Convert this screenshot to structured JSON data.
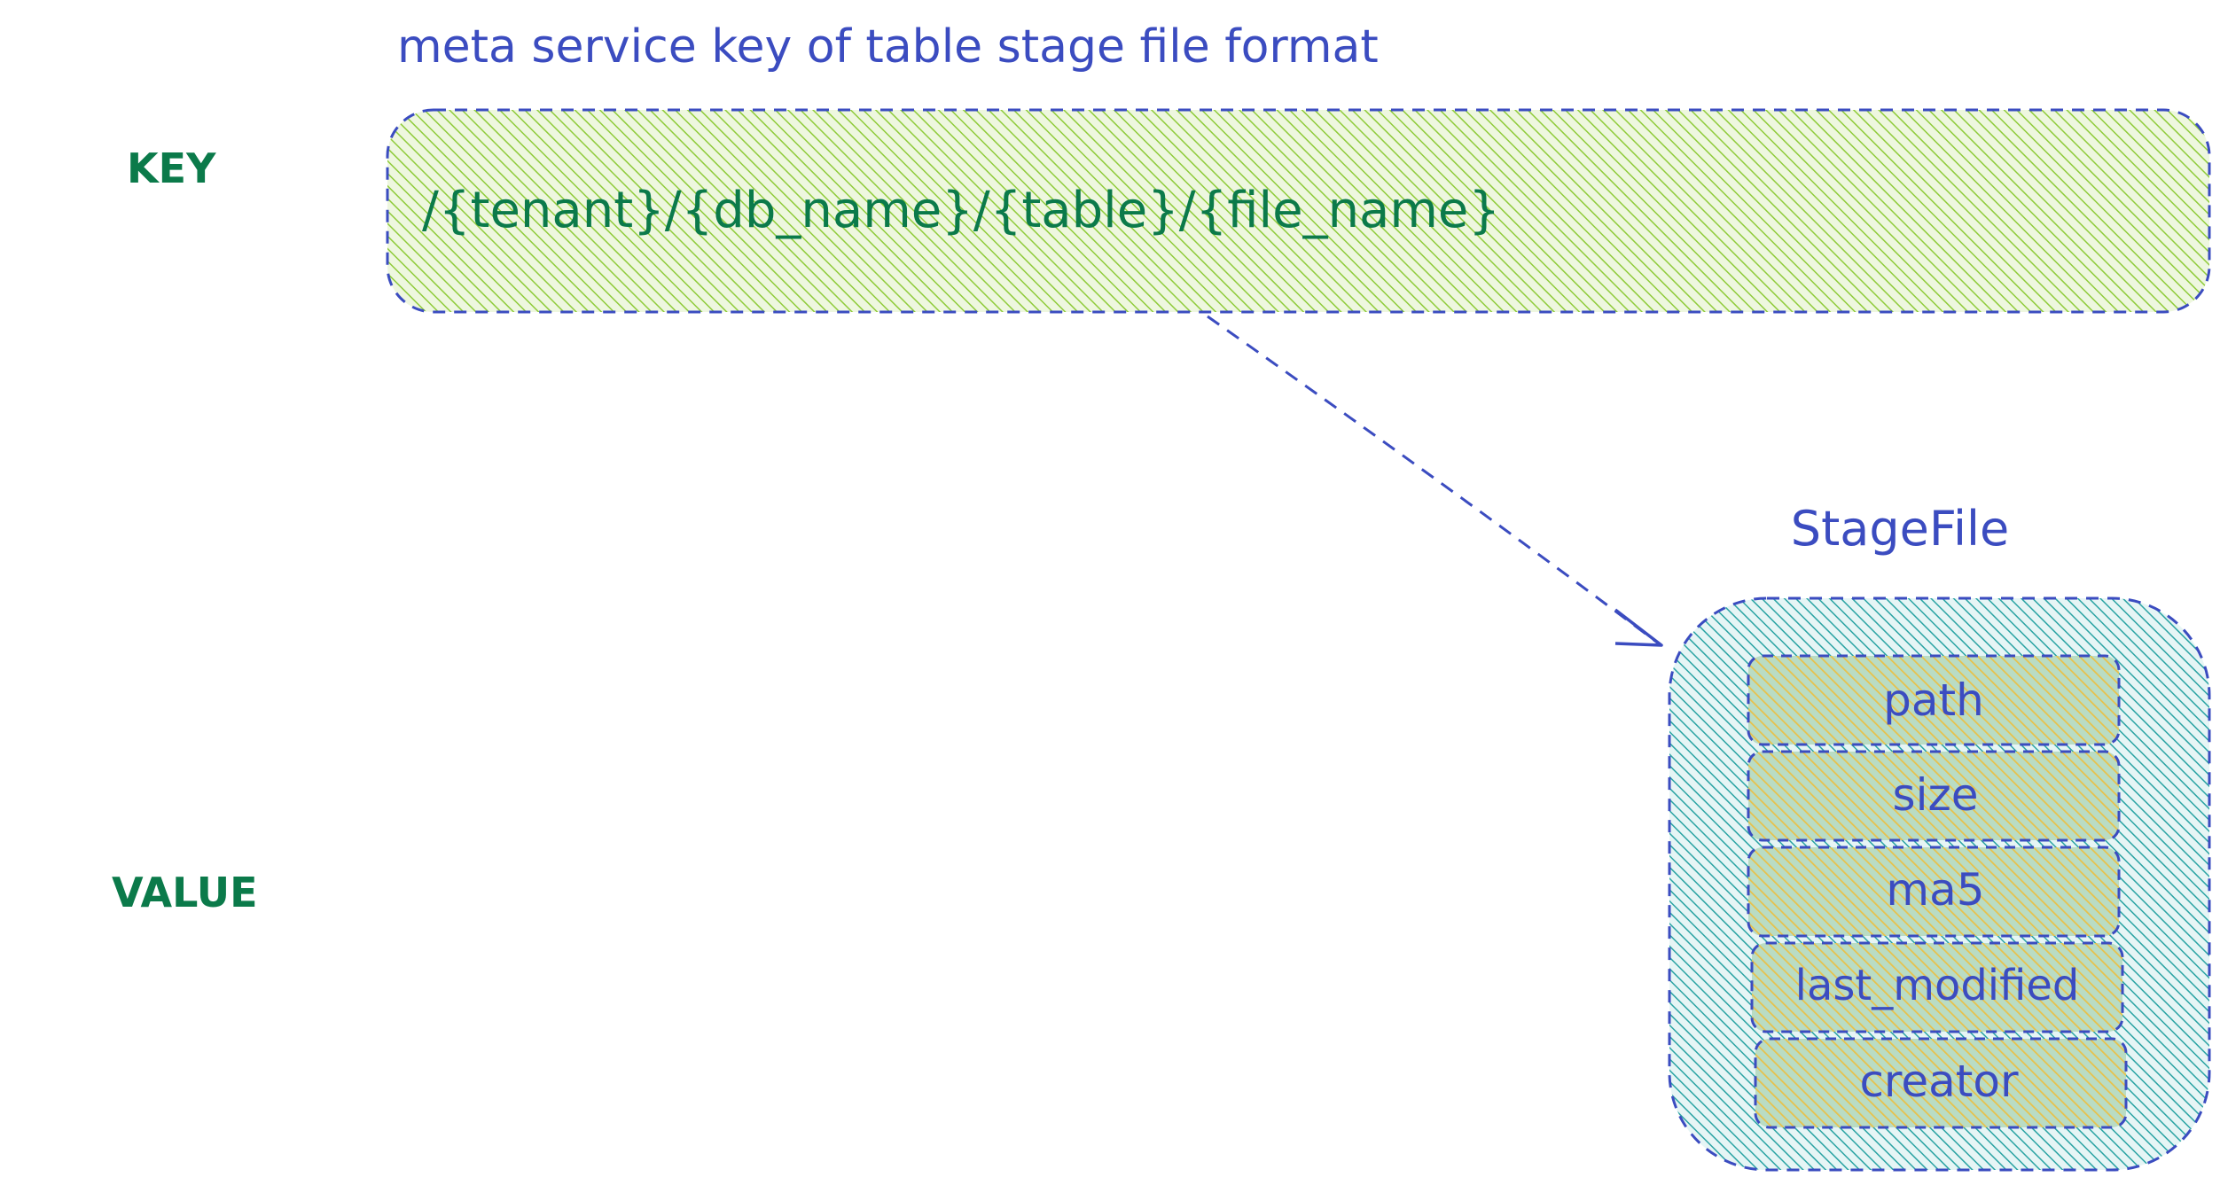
{
  "title": "meta service key of table stage file format",
  "key_label": "KEY",
  "value_label": "VALUE",
  "key_format": "/{tenant}/{db_name}/{table}/{file_name}",
  "struct_name": "StageFile",
  "fields": [
    "path",
    "size",
    "ma5",
    "last_modified",
    "creator"
  ],
  "colors": {
    "blue_text": "#3b4cc0",
    "green_text": "#0b7a4a",
    "key_fill": "#8fcb3a",
    "struct_fill": "#2aa3a3",
    "field_fill": "#e8c14a",
    "stroke": "#3b4cc0"
  }
}
